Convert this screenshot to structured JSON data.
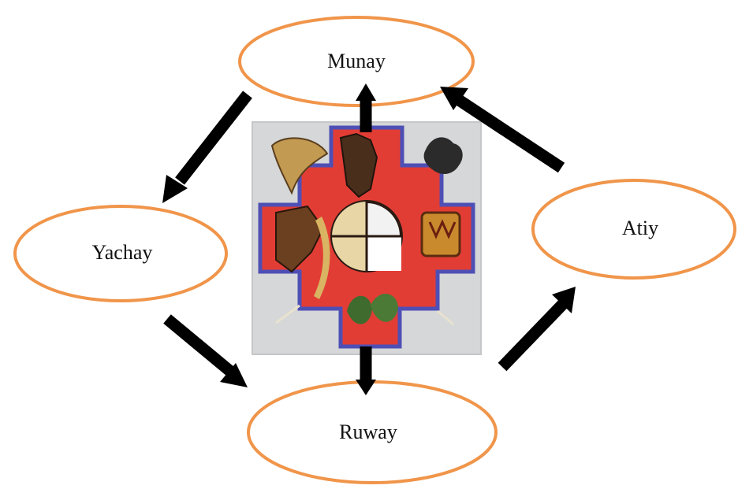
{
  "diagram": {
    "nodes": [
      {
        "id": "munay",
        "label": "Munay"
      },
      {
        "id": "yachay",
        "label": "Yachay"
      },
      {
        "id": "ruway",
        "label": "Ruway"
      },
      {
        "id": "atiy",
        "label": "Atiy"
      }
    ],
    "edges": [
      {
        "from": "munay",
        "to": "yachay"
      },
      {
        "from": "yachay",
        "to": "ruway"
      },
      {
        "from": "ruway",
        "to": "atiy"
      },
      {
        "from": "atiy",
        "to": "munay"
      },
      {
        "from": "center",
        "to": "munay"
      },
      {
        "from": "center",
        "to": "ruway"
      }
    ],
    "colors": {
      "ellipse_stroke": "#f0954a",
      "arrow": "#000000",
      "chakana_red": "#e8413a",
      "chakana_border": "#4a4fb8",
      "photo_bg": "#d6d8d9"
    },
    "center_image": {
      "description_icon": "chakana-andean-cross-icon"
    }
  }
}
